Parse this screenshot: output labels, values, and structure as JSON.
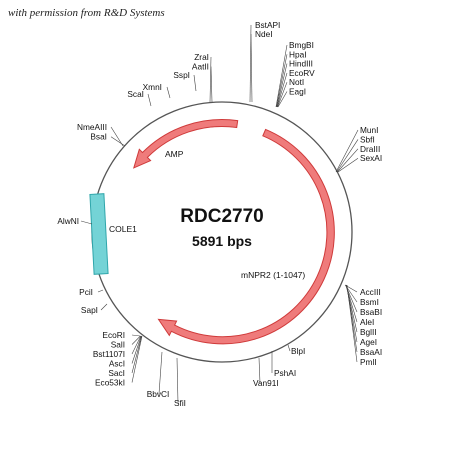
{
  "credit": "with permission from R&D Systems",
  "plasmid": {
    "name": "RDC2770",
    "size_label": "5891 bps"
  },
  "colors": {
    "backbone": "#555555",
    "arrow_fill": "#ef7b7b",
    "arrow_stroke": "#cf3a3a",
    "ori_fill": "#74d3d6",
    "ori_stroke": "#2fa6ab"
  },
  "features": [
    {
      "id": "amp",
      "label": "AMP",
      "type": "arrow",
      "direction": "counterclockwise"
    },
    {
      "id": "mnpr2",
      "label": "mNPR2 (1-1047)",
      "type": "arrow",
      "direction": "clockwise"
    },
    {
      "id": "cole1",
      "label": "COLE1",
      "type": "block"
    }
  ],
  "site_groups": [
    {
      "sites": [
        "BstAPI",
        "NdeI"
      ]
    },
    {
      "sites": [
        "BmgBI",
        "HpaI",
        "HindIII",
        "EcoRV",
        "NotI",
        "EagI"
      ]
    },
    {
      "sites": [
        "MunI",
        "SbfI",
        "DraIII",
        "SexAI"
      ]
    },
    {
      "sites": [
        "AccIII",
        "BsmI",
        "BsaBI",
        "AleI",
        "BglII",
        "AgeI",
        "BsaAI",
        "PmlI"
      ]
    },
    {
      "sites": [
        "BlpI"
      ]
    },
    {
      "sites": [
        "PshAI"
      ]
    },
    {
      "sites": [
        "Van91I"
      ]
    },
    {
      "sites": [
        "SfiI"
      ]
    },
    {
      "sites": [
        "BbvCI"
      ]
    },
    {
      "sites": [
        "EcoRI",
        "SalI",
        "Bst1107I",
        "AscI",
        "SacI",
        "Eco53kI"
      ]
    },
    {
      "sites": [
        "SapI"
      ]
    },
    {
      "sites": [
        "PciI"
      ]
    },
    {
      "sites": [
        "AlwNI"
      ]
    },
    {
      "sites": [
        "NmeAIII",
        "BsaI"
      ]
    },
    {
      "sites": [
        "ScaI"
      ]
    },
    {
      "sites": [
        "XmnI"
      ]
    },
    {
      "sites": [
        "SspI"
      ]
    },
    {
      "sites": [
        "ZraI",
        "AatII"
      ]
    }
  ]
}
